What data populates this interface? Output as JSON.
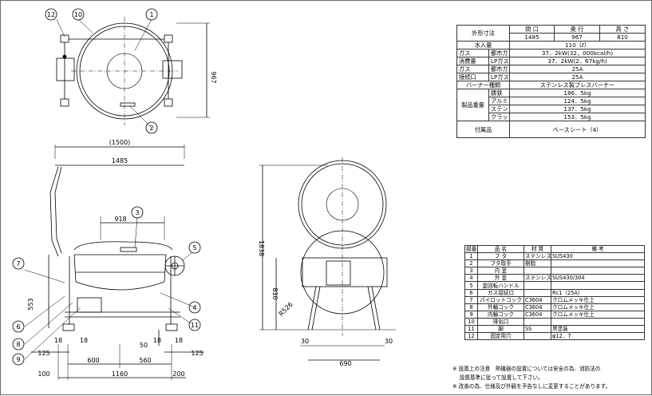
{
  "drawing": {
    "balloons": {
      "b1": "1",
      "b2": "2",
      "b3": "3",
      "b4": "4",
      "b5": "5",
      "b6": "6",
      "b7": "7",
      "b8": "8",
      "b9": "9",
      "b10": "10",
      "b11": "11",
      "b12": "12"
    },
    "dims": {
      "depth_top": "967",
      "overall_width": "(1500)",
      "width": "1485",
      "pot_width": "918",
      "h553": "553",
      "d50": "50",
      "d18": "18",
      "d125": "125",
      "d600": "600",
      "d560": "560",
      "d100": "100",
      "d1160": "1160",
      "d200": "200",
      "d1838": "1838",
      "d810": "810",
      "r526": "R526",
      "d30": "30",
      "d690": "690"
    }
  },
  "spec": {
    "dims_label": "外形寸法",
    "dim_headers": [
      "間 口",
      "奥 行",
      "高 さ"
    ],
    "dim_values": [
      "1485",
      "967",
      "810"
    ],
    "water_label": "水入量",
    "water_value": "110（ℓ）",
    "gas_cons_label_1": "ガス",
    "gas_cons_label_2": "消費量",
    "gas_types": [
      "都市ガス",
      "LPガス"
    ],
    "gas_cons": [
      "37．2kW(32，000kcal/h)",
      "37．2kW(2．67kg/h)"
    ],
    "gas_conn_label_1": "ガス",
    "gas_conn_label_2": "接続口",
    "gas_conn": [
      "25A",
      "25A"
    ],
    "burner_label": "バーナー種類",
    "burner_value": "ステンレス製ブレスバーナー",
    "weight_label": "製品重量",
    "weights": [
      {
        "material": "鋳鉄",
        "value": "186．5kg"
      },
      {
        "material": "アルミ",
        "value": "124．5kg"
      },
      {
        "material": "ステンレス",
        "value": "137．5kg"
      },
      {
        "material": "クラッド",
        "value": "153．5kg"
      }
    ],
    "accessory_label": "付属品",
    "accessory_value": "ベースシート（4）"
  },
  "parts": {
    "headers": [
      "部番",
      "品 名",
      "材 質",
      "備 考"
    ],
    "rows": [
      {
        "no": "1",
        "name": "フ タ",
        "material": "ステンレス",
        "remark": "SUS430"
      },
      {
        "no": "2",
        "name": "フタ取手",
        "material": "樹脂",
        "remark": ""
      },
      {
        "no": "3",
        "name": "内 釜",
        "material": "",
        "remark": ""
      },
      {
        "no": "4",
        "name": "外 釜",
        "material": "ステンレス",
        "remark": "SUS430/304"
      },
      {
        "no": "5",
        "name": "釜回転ハンドル",
        "material": "",
        "remark": ""
      },
      {
        "no": "6",
        "name": "ガス接続口",
        "material": "",
        "remark": "Rc1（25A）"
      },
      {
        "no": "7",
        "name": "パイロットコック",
        "material": "C3604",
        "remark": "クロムメッキ仕上"
      },
      {
        "no": "8",
        "name": "外輪コック",
        "material": "C3604",
        "remark": "クロムメッキ仕上"
      },
      {
        "no": "9",
        "name": "内輪コック",
        "material": "C3604",
        "remark": "クロムメッキ仕上"
      },
      {
        "no": "10",
        "name": "排気口",
        "material": "",
        "remark": ""
      },
      {
        "no": "11",
        "name": "脚",
        "material": "SS",
        "remark": "黒塗装"
      },
      {
        "no": "12",
        "name": "固定用穴",
        "material": "",
        "remark": "φ12．7"
      }
    ]
  },
  "notes": [
    "※ 設置上の注意　熱機器の設置については安全の為、消防法の",
    "　 設置基準に従って設置して下さい。",
    "※ 改善の為、仕様及び外観を予告なしに変更することがあります。"
  ]
}
